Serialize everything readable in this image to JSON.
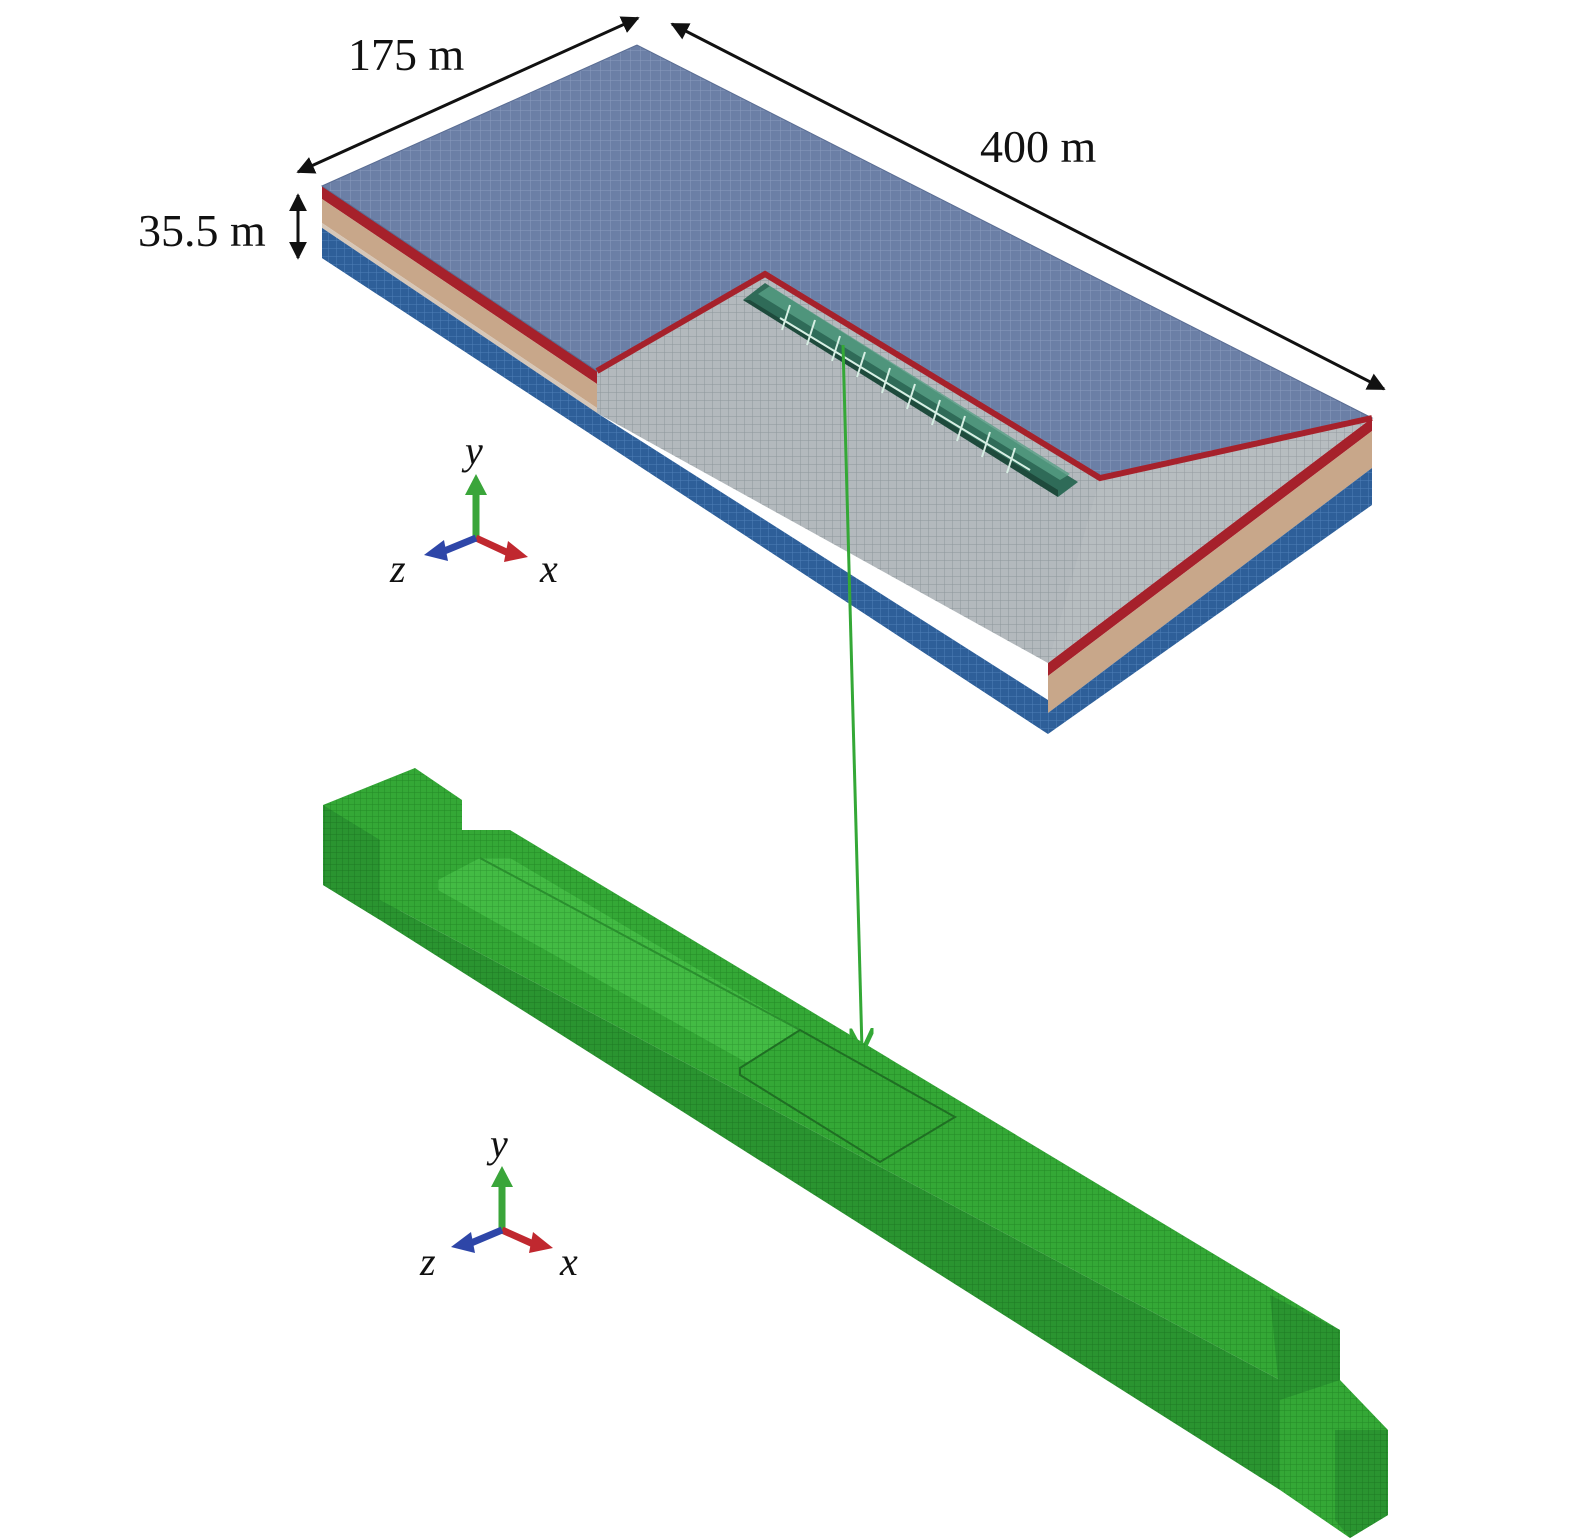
{
  "dimensions": {
    "width_label": "175 m",
    "length_label": "400 m",
    "height_label": "35.5 m"
  },
  "triads": [
    {
      "y": "y",
      "z": "z",
      "x": "x"
    },
    {
      "y": "y",
      "z": "z",
      "x": "x"
    }
  ],
  "colors": {
    "soil_top": "#6b7fa6",
    "red_layer": "#a6212b",
    "tan_layer": "#c8a78a",
    "bottom_layer": "#2e5f99",
    "excavation_floor": "#b3b9bd",
    "structure": "#34a836",
    "y_axis": "#3aa53a",
    "x_axis": "#c0282f",
    "z_axis": "#2e46a8"
  }
}
